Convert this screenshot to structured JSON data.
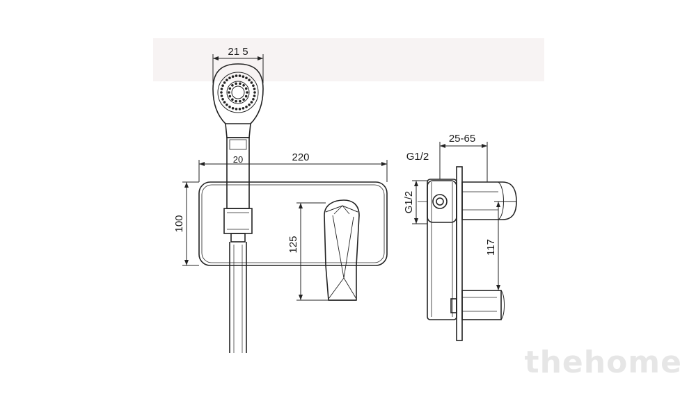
{
  "colors": {
    "band": "#f7f3f3",
    "line": "#222222",
    "watermark": "#e6e6e6",
    "background": "#ffffff"
  },
  "dimensions": {
    "shower_head_width": "21 5",
    "handle_width": "20",
    "plate_width": "220",
    "plate_height": "100",
    "spout_height": "125",
    "side_depth": "25-65",
    "thread_top": "G1/2",
    "thread_side": "G1/2",
    "lever_offset": "117"
  },
  "watermark": {
    "text": "thehome"
  }
}
